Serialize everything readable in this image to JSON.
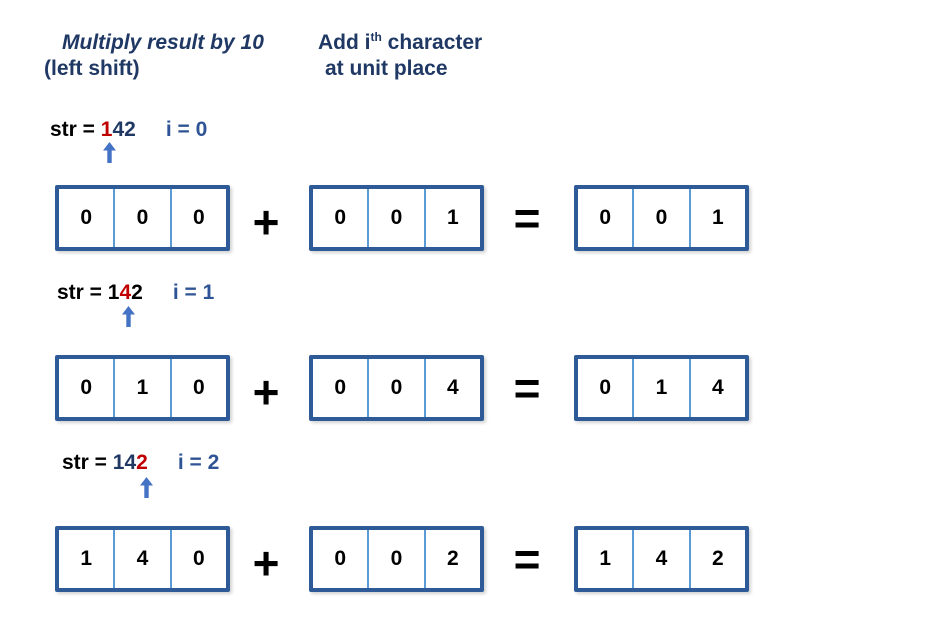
{
  "palette": {
    "background": "#ffffff",
    "navy": "#1f3864",
    "blue": "#2f5496",
    "red": "#c00000",
    "black": "#000000",
    "arrow_blue": "#4472c4",
    "box_border": "#2e5b97",
    "box_divider": "#5b9bd5"
  },
  "headers": {
    "left": {
      "line1": "Multiply result by 10",
      "line2": "(left shift)"
    },
    "right": {
      "line1_pre": "Add i",
      "line1_sup": "th",
      "line1_post": " character",
      "line2": "at unit place"
    }
  },
  "operators": {
    "plus": "+",
    "equals": "="
  },
  "rows": [
    {
      "label": {
        "prefix": "str = ",
        "digits": [
          {
            "char": "1",
            "color": "red"
          },
          {
            "char": "4",
            "color": "navy"
          },
          {
            "char": "2",
            "color": "navy"
          }
        ],
        "iter": "i = 0"
      },
      "boxes": {
        "result": [
          "0",
          "0",
          "0"
        ],
        "addend": [
          "0",
          "0",
          "1"
        ],
        "sum": [
          "0",
          "0",
          "1"
        ]
      }
    },
    {
      "label": {
        "prefix": "str = ",
        "digits": [
          {
            "char": "1",
            "color": "black"
          },
          {
            "char": "4",
            "color": "red"
          },
          {
            "char": "2",
            "color": "black"
          }
        ],
        "iter": "i = 1"
      },
      "boxes": {
        "result": [
          "0",
          "1",
          "0"
        ],
        "addend": [
          "0",
          "0",
          "4"
        ],
        "sum": [
          "0",
          "1",
          "4"
        ]
      }
    },
    {
      "label": {
        "prefix": "str = ",
        "digits": [
          {
            "char": "1",
            "color": "navy"
          },
          {
            "char": "4",
            "color": "navy"
          },
          {
            "char": "2",
            "color": "red"
          }
        ],
        "iter": "i = 2"
      },
      "boxes": {
        "result": [
          "1",
          "4",
          "0"
        ],
        "addend": [
          "0",
          "0",
          "2"
        ],
        "sum": [
          "1",
          "4",
          "2"
        ]
      }
    }
  ]
}
